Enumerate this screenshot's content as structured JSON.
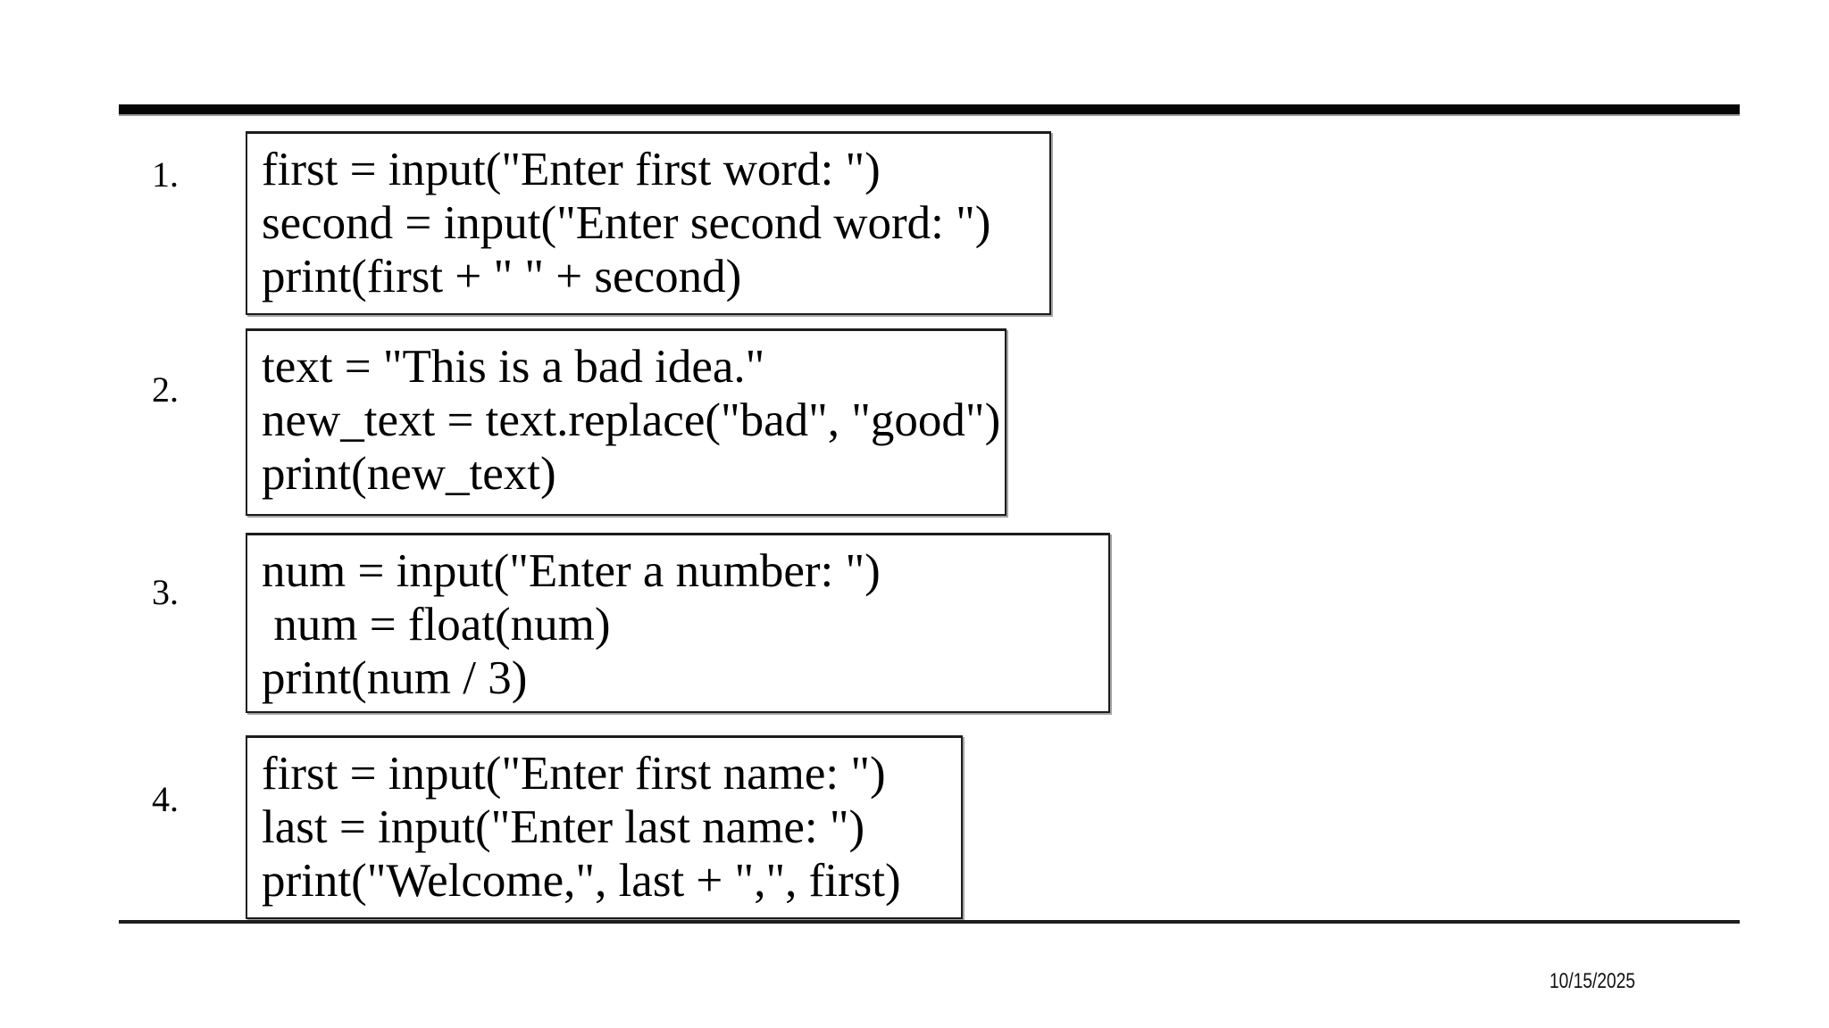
{
  "slide": {
    "date": "10/15/2025",
    "colors": {
      "background": "#ffffff",
      "text": "#000000",
      "rule_top": "#050505",
      "rule_bottom": "#1f1f1f",
      "box_border": "#1c1c1c"
    }
  },
  "items": [
    {
      "number": "1.",
      "lines": [
        "first = input(\"Enter first word: \")",
        "second = input(\"Enter second word: \")",
        "print(first + \" \" + second)"
      ]
    },
    {
      "number": "2.",
      "lines": [
        "text = \"This is a bad idea.\"",
        "new_text = text.replace(\"bad\", \"good\")",
        "print(new_text)"
      ]
    },
    {
      "number": "3.",
      "lines": [
        "num = input(\"Enter a number: \")",
        " num = float(num)",
        "print(num / 3)"
      ]
    },
    {
      "number": "4.",
      "lines": [
        "first = input(\"Enter first name: \")",
        "last = input(\"Enter last name: \")",
        "print(\"Welcome,\", last + \",\", first)"
      ]
    }
  ]
}
